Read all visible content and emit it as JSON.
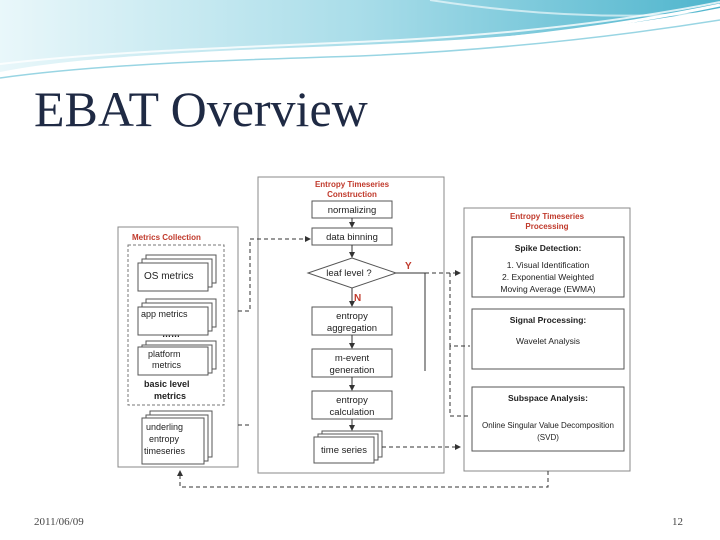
{
  "slide": {
    "title": "EBAT Overview",
    "date": "2011/06/09",
    "page_number": "12"
  },
  "diagram": {
    "construction": {
      "title_line1": "Entropy Timeseries",
      "title_line2": "Construction",
      "normalizing": "normalizing",
      "data_binning": "data binning",
      "decision": "leaf level ?",
      "yes": "Y",
      "no": "N",
      "entropy_aggregation_1": "entropy",
      "entropy_aggregation_2": "aggregation",
      "m_event_1": "m-event",
      "m_event_2": "generation",
      "entropy_calc_1": "entropy",
      "entropy_calc_2": "calculation",
      "time_series": "time series"
    },
    "metrics": {
      "title": "Metrics Collection",
      "os": "OS metrics",
      "app": "app  metrics",
      "dots": "……",
      "platform_1": "platform",
      "platform_2": "metrics",
      "base_1": "basic level",
      "base_2": "metrics",
      "underlying_1": "underling",
      "underlying_2": "entropy",
      "underlying_3": "timeseries"
    },
    "processing": {
      "title_line1": "Entropy Timeseries",
      "title_line2": "Processing",
      "spike_title": "Spike Detection:",
      "spike_1": "1. Visual Identification",
      "spike_2": "2. Exponential Weighted",
      "spike_3": "Moving Average (EWMA)",
      "signal_title": "Signal Processing:",
      "signal_1": "Wavelet Analysis",
      "subspace_title": "Subspace Analysis:",
      "subspace_1": "Online Singular Value Decomposition",
      "subspace_2": "(SVD)"
    }
  },
  "colors": {
    "title": "#1f2a44",
    "header_red": "#c0392b",
    "swoosh_light": "#bfe6ee",
    "swoosh_mid": "#7fcbdc",
    "swoosh_dark": "#3aa6c2"
  }
}
